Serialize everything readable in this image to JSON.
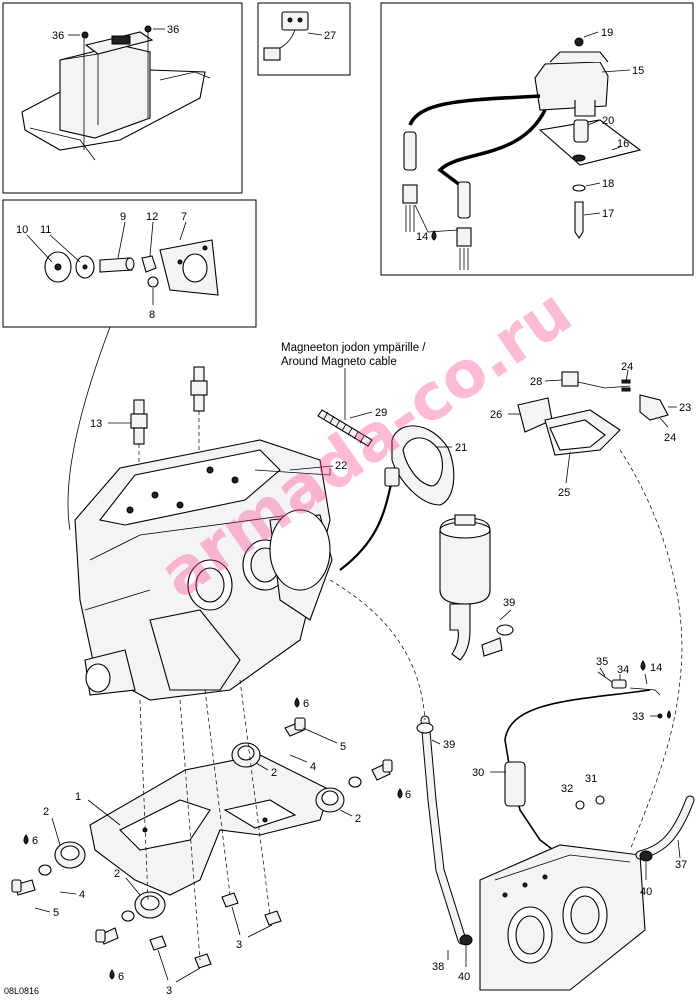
{
  "document_id": "08L0816",
  "watermark": "armada-co.ru",
  "note": {
    "line1": "Magneeton jodon ympärille /",
    "line2": "Around Magneto cable"
  },
  "callouts": {
    "c1": "1",
    "c2a": "2",
    "c2b": "2",
    "c2c": "2",
    "c2d": "2",
    "c3a": "3",
    "c3b": "3",
    "c4a": "4",
    "c4b": "4",
    "c5a": "5",
    "c5b": "5",
    "c6a": "6",
    "c6b": "6",
    "c6c": "6",
    "c6d": "6",
    "c7": "7",
    "c8": "8",
    "c9": "9",
    "c10": "10",
    "c11": "11",
    "c12": "12",
    "c13": "13",
    "c14a": "14",
    "c14b": "14",
    "c15": "15",
    "c16": "16",
    "c17": "17",
    "c18": "18",
    "c19": "19",
    "c20": "20",
    "c21": "21",
    "c22": "22",
    "c23": "23",
    "c24a": "24",
    "c24b": "24",
    "c25": "25",
    "c26": "26",
    "c27": "27",
    "c28": "28",
    "c29": "29",
    "c30": "30",
    "c31": "31",
    "c32": "32",
    "c33": "33",
    "c34": "34",
    "c35": "35",
    "c36a": "36",
    "c36b": "36",
    "c37": "37",
    "c38": "38",
    "c39a": "39",
    "c39b": "39",
    "c40a": "40",
    "c40b": "40"
  }
}
